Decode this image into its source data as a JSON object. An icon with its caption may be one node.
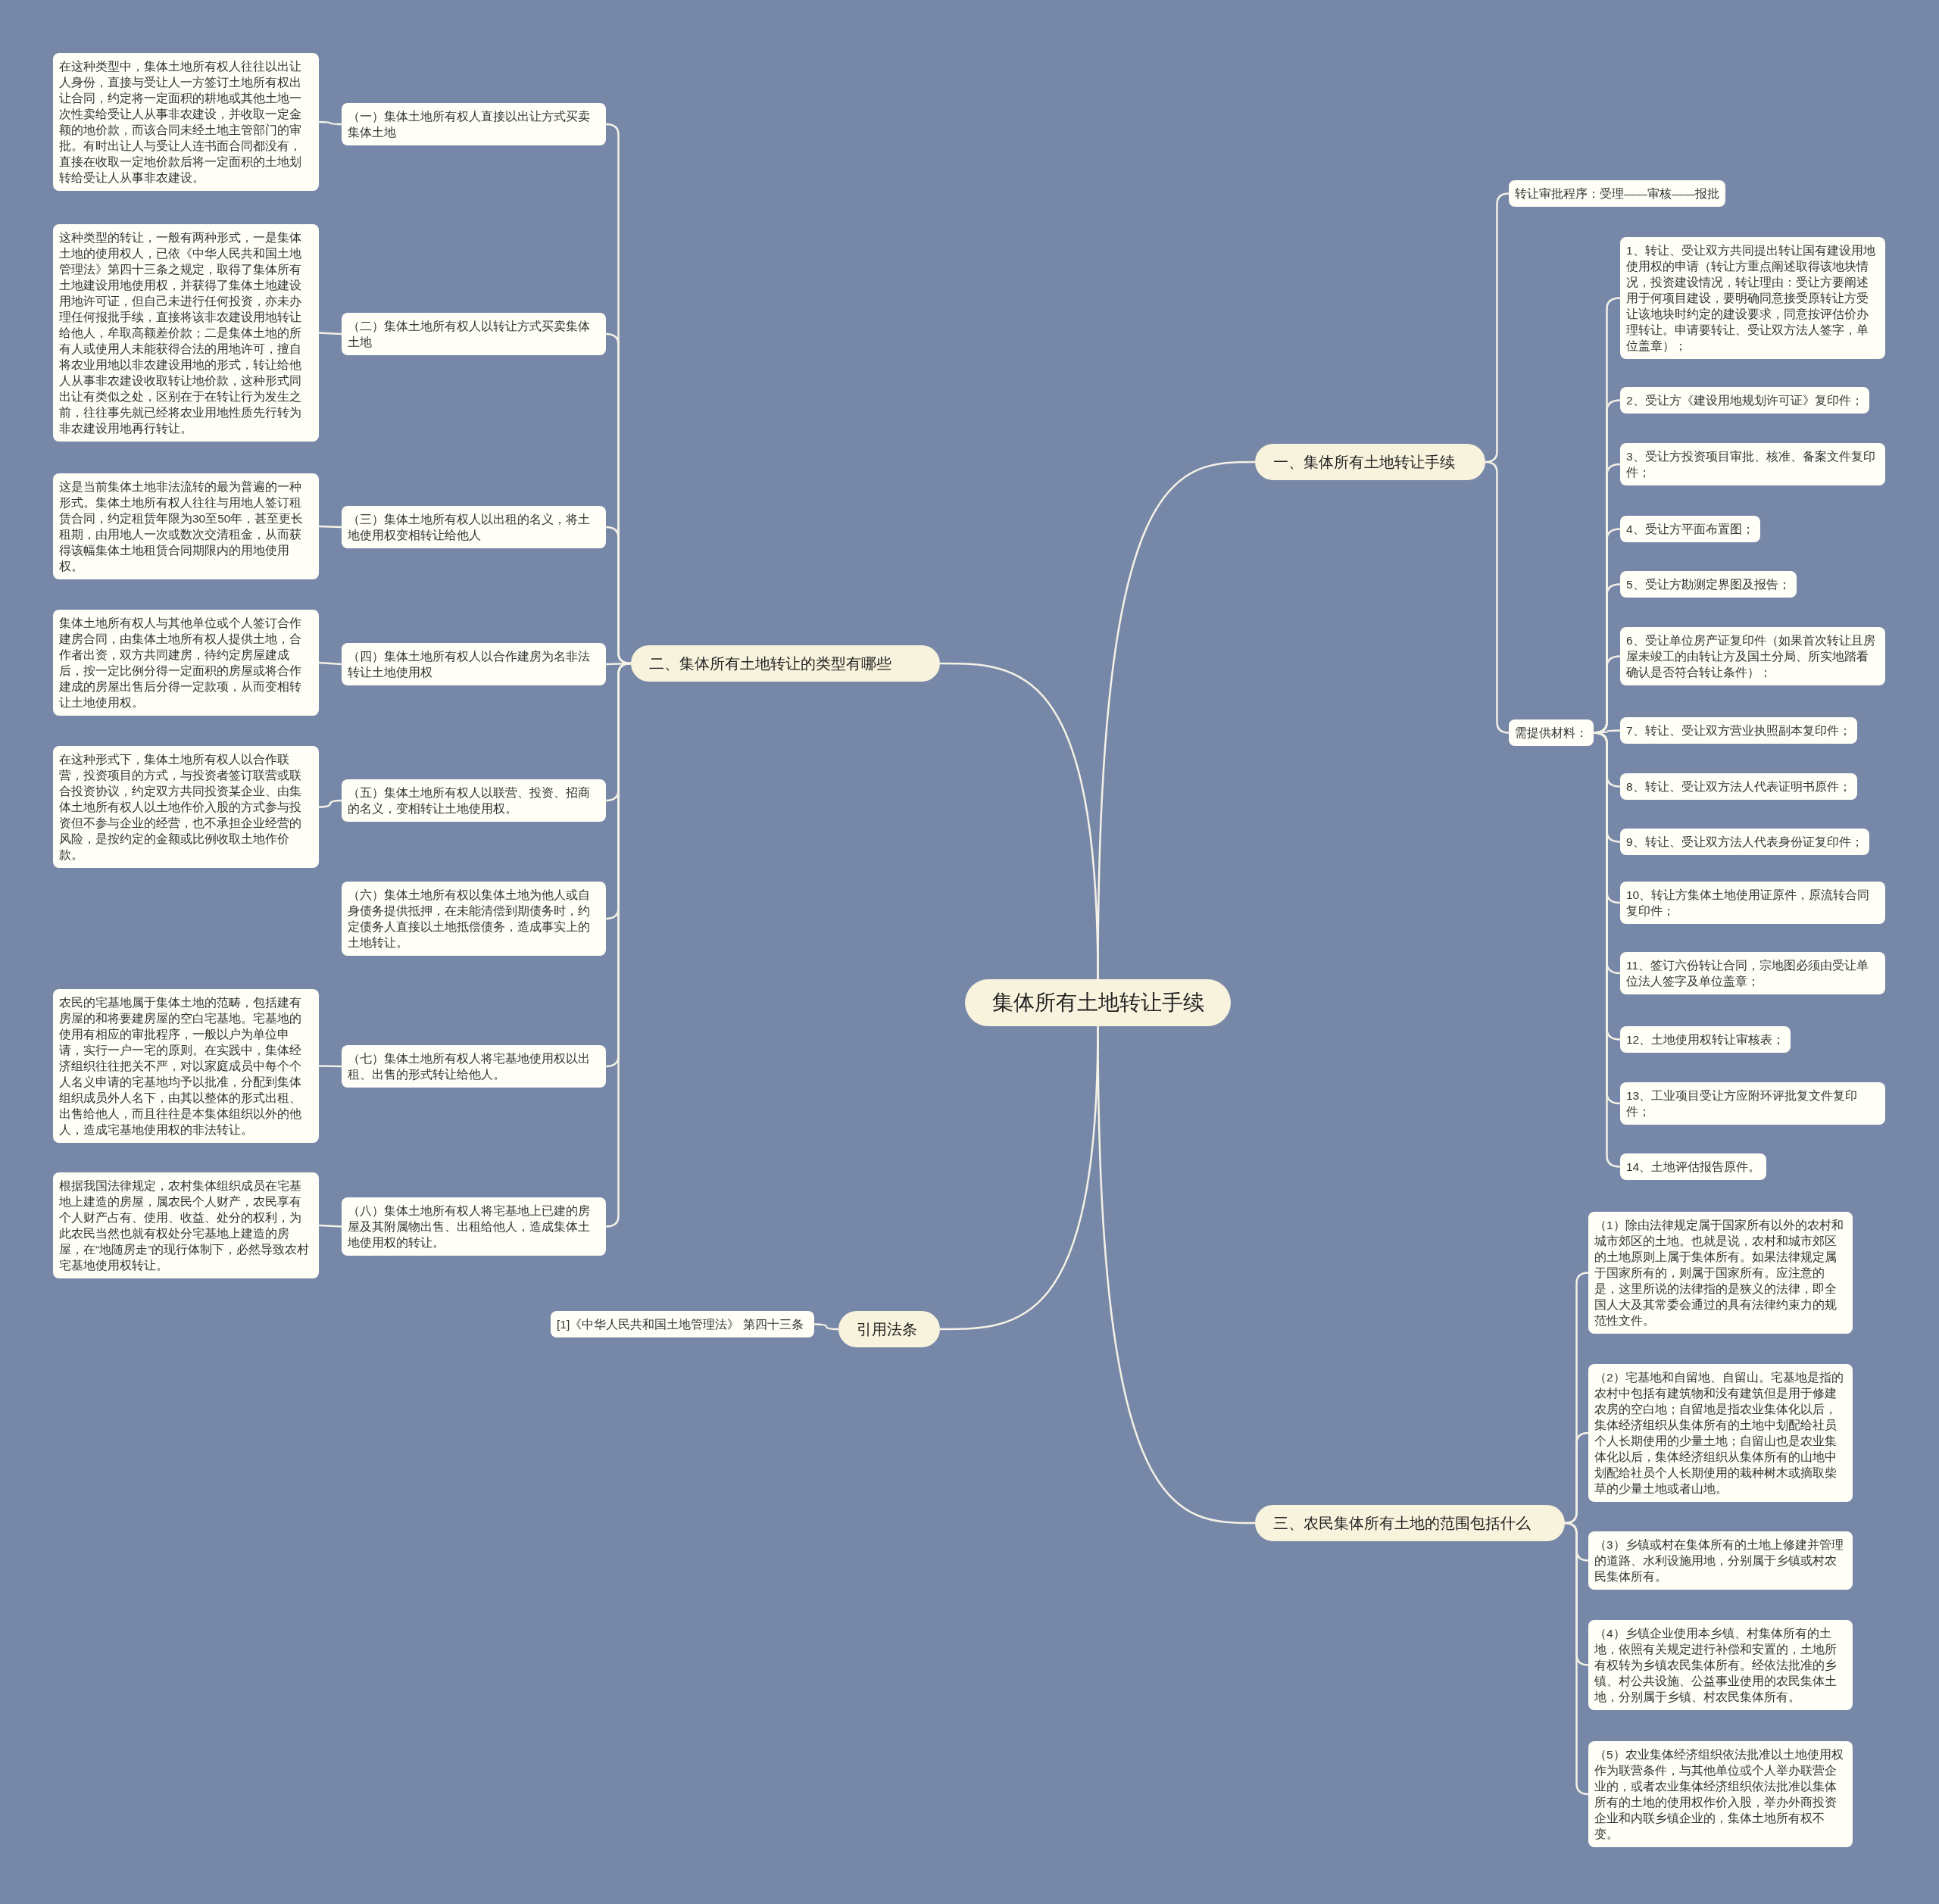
{
  "diagram": {
    "nodes": [
      {
        "text": [
          "集体所有土地转让手续"
        ]
      },
      {
        "text": [
          "一、集体所有土地转让手续"
        ]
      },
      {
        "text": [
          "转让审批程序：受理——审核——报批"
        ]
      },
      {
        "text": [
          "需提供材料："
        ]
      },
      {
        "text": [
          "1、转让、受让双方共同提出转让国有建设用地使用权的申请（转让方重点阐述取得该地块情况，投资建设情况，转让理由：受让方要阐述用于何项目建设，要明确同意接受原转让方受让该地块时约定的建设要求，同意按评估价办理转让。申请要转让、受让双方法人签字，单位盖章）；"
        ]
      },
      {
        "text": [
          "2、受让方《建设用地规划许可证》复印件；"
        ]
      },
      {
        "text": [
          "3、受让方投资项目审批、核准、备案文件复印件；"
        ]
      },
      {
        "text": [
          "4、受让方平面布置图；"
        ]
      },
      {
        "text": [
          "5、受让方勘测定界图及报告；"
        ]
      },
      {
        "text": [
          "6、受让单位房产证复印件（如果首次转让且房屋未竣工的由转让方及国土分局、所实地踏看确认是否符合转让条件）；"
        ]
      },
      {
        "text": [
          "7、转让、受让双方营业执照副本复印件；"
        ]
      },
      {
        "text": [
          "8、转让、受让双方法人代表证明书原件；"
        ]
      },
      {
        "text": [
          "9、转让、受让双方法人代表身份证复印件；"
        ]
      },
      {
        "text": [
          "10、转让方集体土地使用证原件，原流转合同复印件；"
        ]
      },
      {
        "text": [
          "11、签订六份转让合同，宗地图必须由受让单位法人签字及单位盖章；"
        ]
      },
      {
        "text": [
          "12、土地使用权转让审核表；"
        ]
      },
      {
        "text": [
          "13、工业项目受让方应附环评批复文件复印件；"
        ]
      },
      {
        "text": [
          "14、土地评估报告原件。"
        ]
      },
      {
        "text": [
          "二、集体所有土地转让的类型有哪些"
        ]
      },
      {
        "text": [
          "（一）集体土地所有权人直接以出让方式买卖集体土地"
        ]
      },
      {
        "text": [
          "在这种类型中，集体土地所有权人往往以出让人身份，直接与受让人一方签订土地所有权出让合同，约定将一定面积的耕地或其他土地一次性卖给受让人从事非农建设，并收取一定金额的地价款，而该合同未经土地主管部门的审批。有时出让人与受让人连书面合同都没有，直接在收取一定地价款后将一定面积的土地划转给受让人从事非农建设。"
        ]
      },
      {
        "text": [
          "（二）集体土地所有权人以转让方式买卖集体土地"
        ]
      },
      {
        "text": [
          "这种类型的转让，一般有两种形式，一是集体土地的使用权人，已依《中华人民共和国土地管理法》第四十三条之规定，取得了集体所有土地建设用地使用权，并获得了集体土地建设用地许可证，但自己未进行任何投资，亦未办理任何报批手续，直接将该非农建设用地转让给他人，牟取高额差价款；二是集体土地的所有人或使用人未能获得合法的用地许可，擅自将农业用地以非农建设用地的形式，转让给他人从事非农建设收取转让地价款，这种形式同出让有类似之处，区别在于在转让行为发生之前，往往事先就已经将农业用地性质先行转为非农建设用地再行转让。"
        ]
      },
      {
        "text": [
          "（三）集体土地所有权人以出租的名义，将土地使用权变相转让给他人"
        ]
      },
      {
        "text": [
          "这是当前集体土地非法流转的最为普遍的一种形式。集体土地所有权人往往与用地人签订租赁合同，约定租赁年限为30至50年，甚至更长租期，由用地人一次或数次交清租金，从而获得该幅集体土地租赁合同期限内的用地使用权。"
        ]
      },
      {
        "text": [
          "（四）集体土地所有权人以合作建房为名非法转让土地使用权"
        ]
      },
      {
        "text": [
          "集体土地所有权人与其他单位或个人签订合作建房合同，由集体土地所有权人提供土地，合作者出资，双方共同建房，待约定房屋建成后，按一定比例分得一定面积的房屋或将合作建成的房屋出售后分得一定款项，从而变相转让土地使用权。"
        ]
      },
      {
        "text": [
          "（五）集体土地所有权人以联营、投资、招商的名义，变相转让土地使用权。"
        ]
      },
      {
        "text": [
          "在这种形式下，集体土地所有权人以合作联营，投资项目的方式，与投资者签订联营或联合投资协议，约定双方共同投资某企业、由集体土地所有权人以土地作价入股的方式参与投资但不参与企业的经营，也不承担企业经营的风险，是按约定的金额或比例收取土地作价款。"
        ]
      },
      {
        "text": [
          "（六）集体土地所有权以集体土地为他人或自身债务提供抵押，在未能清偿到期债务时，约定债务人直接以土地抵偿债务，造成事实上的土地转让。"
        ]
      },
      {
        "text": [
          "（七）集体土地所有权人将宅基地使用权以出租、出售的形式转让给他人。"
        ]
      },
      {
        "text": [
          "农民的宅基地属于集体土地的范畴，包括建有房屋的和将要建房屋的空白宅基地。宅基地的使用有相应的审批程序，一般以户为单位申请，实行一户一宅的原则。在实践中，集体经济组织往往把关不严，对以家庭成员中每个个人名义申请的宅基地均予以批准，分配到集体组织成员外人名下，由其以整体的形式出租、出售给他人，而且往往是本集体组织以外的他人，造成宅基地使用权的非法转让。"
        ]
      },
      {
        "text": [
          "（八）集体土地所有权人将宅基地上已建的房屋及其附属物出售、出租给他人，造成集体土地使用权的转让。"
        ]
      },
      {
        "text": [
          "根据我国法律规定，农村集体组织成员在宅基地上建造的房屋，属农民个人财产，农民享有个人财产占有、使用、收益、处分的权利，为此农民当然也就有权处分宅基地上建造的房屋，在“地随房走”的现行体制下，必然导致农村宅基地使用权转让。"
        ]
      },
      {
        "text": [
          "引用法条"
        ]
      },
      {
        "text": [
          "[1]《中华人民共和国土地管理法》 第四十三条"
        ]
      },
      {
        "text": [
          "三、农民集体所有土地的范围包括什么"
        ]
      },
      {
        "text": [
          "（1）除由法律规定属于国家所有以外的农村和城市郊区的土地。也就是说，农村和城市郊区的土地原则上属于集体所有。如果法律规定属于国家所有的，则属于国家所有。应注意的是，这里所说的法律指的是狭义的法律，即全国人大及其常委会通过的具有法律约束力的规范性文件。"
        ]
      },
      {
        "text": [
          "（2）宅基地和自留地、自留山。宅基地是指的农村中包括有建筑物和没有建筑但是用于修建农房的空白地；自留地是指农业集体化以后，集体经济组织从集体所有的土地中划配给社员个人长期使用的少量土地；自留山也是农业集体化以后，集体经济组织从集体所有的山地中划配给社员个人长期使用的栽种树木或摘取柴草的少量土地或者山地。"
        ]
      },
      {
        "text": [
          "（3）乡镇或村在集体所有的土地上修建并管理的道路、水利设施用地，分别属于乡镇或村农民集体所有。"
        ]
      },
      {
        "text": [
          "（4）乡镇企业使用本乡镇、村集体所有的土地，依照有关规定进行补偿和安置的，土地所有权转为乡镇农民集体所有。经依法批准的乡镇、村公共设施、公益事业使用的农民集体土地，分别属于乡镇、村农民集体所有。"
        ]
      },
      {
        "text": [
          "（5）农业集体经济组织依法批准以土地使用权作为联营条件，与其他单位或个人举办联营企业的，或者农业集体经济组织依法批准以集体所有的土地的使用权作价入股，举办外商投资企业和内联乡镇企业的，集体土地所有权不变。"
        ]
      }
    ],
    "edges": [
      {
        "from": 0,
        "to": 1,
        "arrow": "none"
      },
      {
        "from": 1,
        "to": 2,
        "arrow": "none"
      },
      {
        "from": 1,
        "to": 3,
        "arrow": "none"
      },
      {
        "from": 3,
        "to": 4,
        "arrow": "none"
      },
      {
        "from": 3,
        "to": 5,
        "arrow": "none"
      },
      {
        "from": 3,
        "to": 6,
        "arrow": "none"
      },
      {
        "from": 3,
        "to": 7,
        "arrow": "none"
      },
      {
        "from": 3,
        "to": 8,
        "arrow": "none"
      },
      {
        "from": 3,
        "to": 9,
        "arrow": "none"
      },
      {
        "from": 3,
        "to": 10,
        "arrow": "none"
      },
      {
        "from": 3,
        "to": 11,
        "arrow": "none"
      },
      {
        "from": 3,
        "to": 12,
        "arrow": "none"
      },
      {
        "from": 3,
        "to": 13,
        "arrow": "none"
      },
      {
        "from": 3,
        "to": 14,
        "arrow": "none"
      },
      {
        "from": 3,
        "to": 15,
        "arrow": "none"
      },
      {
        "from": 3,
        "to": 16,
        "arrow": "none"
      },
      {
        "from": 3,
        "to": 17,
        "arrow": "none"
      },
      {
        "from": 0,
        "to": 18,
        "arrow": "none"
      },
      {
        "from": 18,
        "to": 19,
        "arrow": "none"
      },
      {
        "from": 19,
        "to": 20,
        "arrow": "none"
      },
      {
        "from": 18,
        "to": 21,
        "arrow": "none"
      },
      {
        "from": 21,
        "to": 22,
        "arrow": "none"
      },
      {
        "from": 18,
        "to": 23,
        "arrow": "none"
      },
      {
        "from": 23,
        "to": 24,
        "arrow": "none"
      },
      {
        "from": 18,
        "to": 25,
        "arrow": "none"
      },
      {
        "from": 25,
        "to": 26,
        "arrow": "none"
      },
      {
        "from": 18,
        "to": 27,
        "arrow": "none"
      },
      {
        "from": 27,
        "to": 28,
        "arrow": "none"
      },
      {
        "from": 18,
        "to": 29,
        "arrow": "none"
      },
      {
        "from": 18,
        "to": 30,
        "arrow": "none"
      },
      {
        "from": 30,
        "to": 31,
        "arrow": "none"
      },
      {
        "from": 18,
        "to": 32,
        "arrow": "none"
      },
      {
        "from": 32,
        "to": 33,
        "arrow": "none"
      },
      {
        "from": 0,
        "to": 34,
        "arrow": "none"
      },
      {
        "from": 34,
        "to": 35,
        "arrow": "none"
      },
      {
        "from": 0,
        "to": 36,
        "arrow": "none"
      },
      {
        "from": 36,
        "to": 37,
        "arrow": "none"
      },
      {
        "from": 36,
        "to": 38,
        "arrow": "none"
      },
      {
        "from": 36,
        "to": 39,
        "arrow": "none"
      },
      {
        "from": 36,
        "to": 40,
        "arrow": "none"
      },
      {
        "from": 36,
        "to": 41,
        "arrow": "none"
      }
    ]
  }
}
